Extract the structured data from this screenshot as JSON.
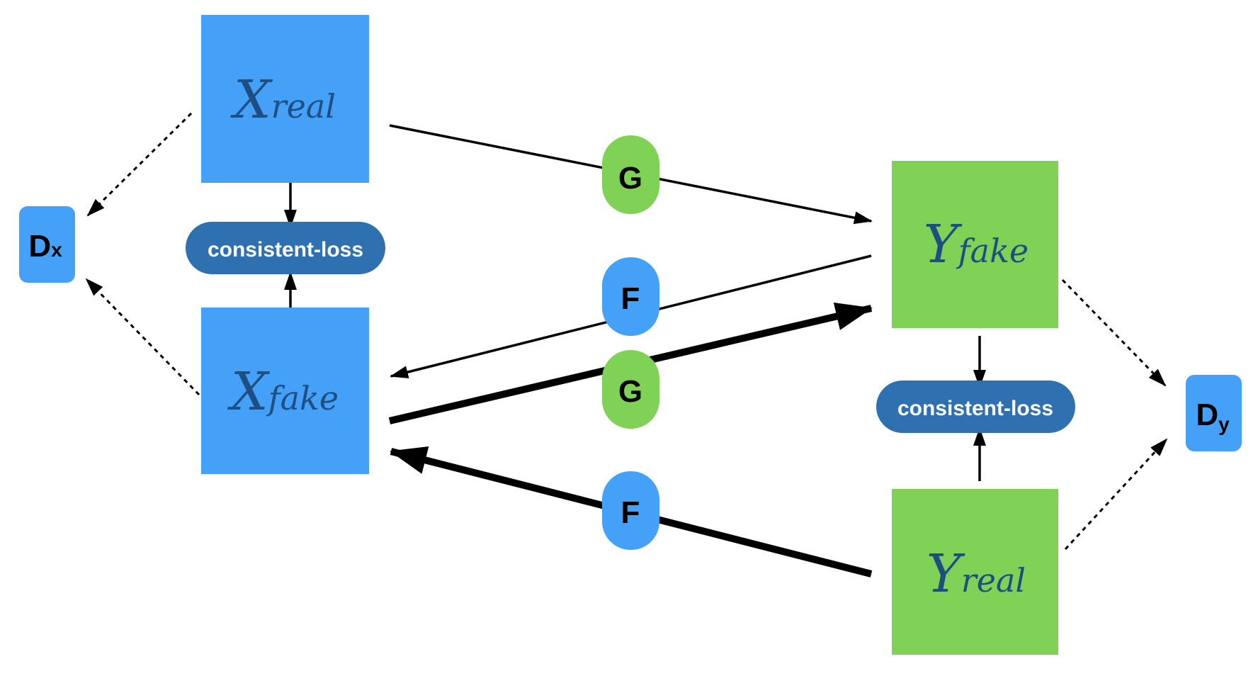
{
  "colors": {
    "blue_box": "#45a1f7",
    "green_box": "#80d256",
    "dark_blue_pill": "#2f70b0",
    "text_navy": "#1f4f82",
    "arrow": "#000000",
    "white": "#ffffff"
  },
  "nodes": {
    "x_real": {
      "main": "X",
      "sub": "real"
    },
    "x_fake": {
      "main": "X",
      "sub": "fake"
    },
    "y_fake": {
      "main": "Y",
      "sub": "fake"
    },
    "y_real": {
      "main": "Y",
      "sub": "real"
    },
    "d_x": {
      "main": "D",
      "sub": "x"
    },
    "d_y": {
      "main": "D",
      "sub": "y"
    }
  },
  "loss_top_left": "consistent-loss",
  "loss_bottom_right": "consistent-loss",
  "generators": {
    "g_top": "G",
    "g_bottom": "G",
    "f_top": "F",
    "f_bottom": "F"
  }
}
